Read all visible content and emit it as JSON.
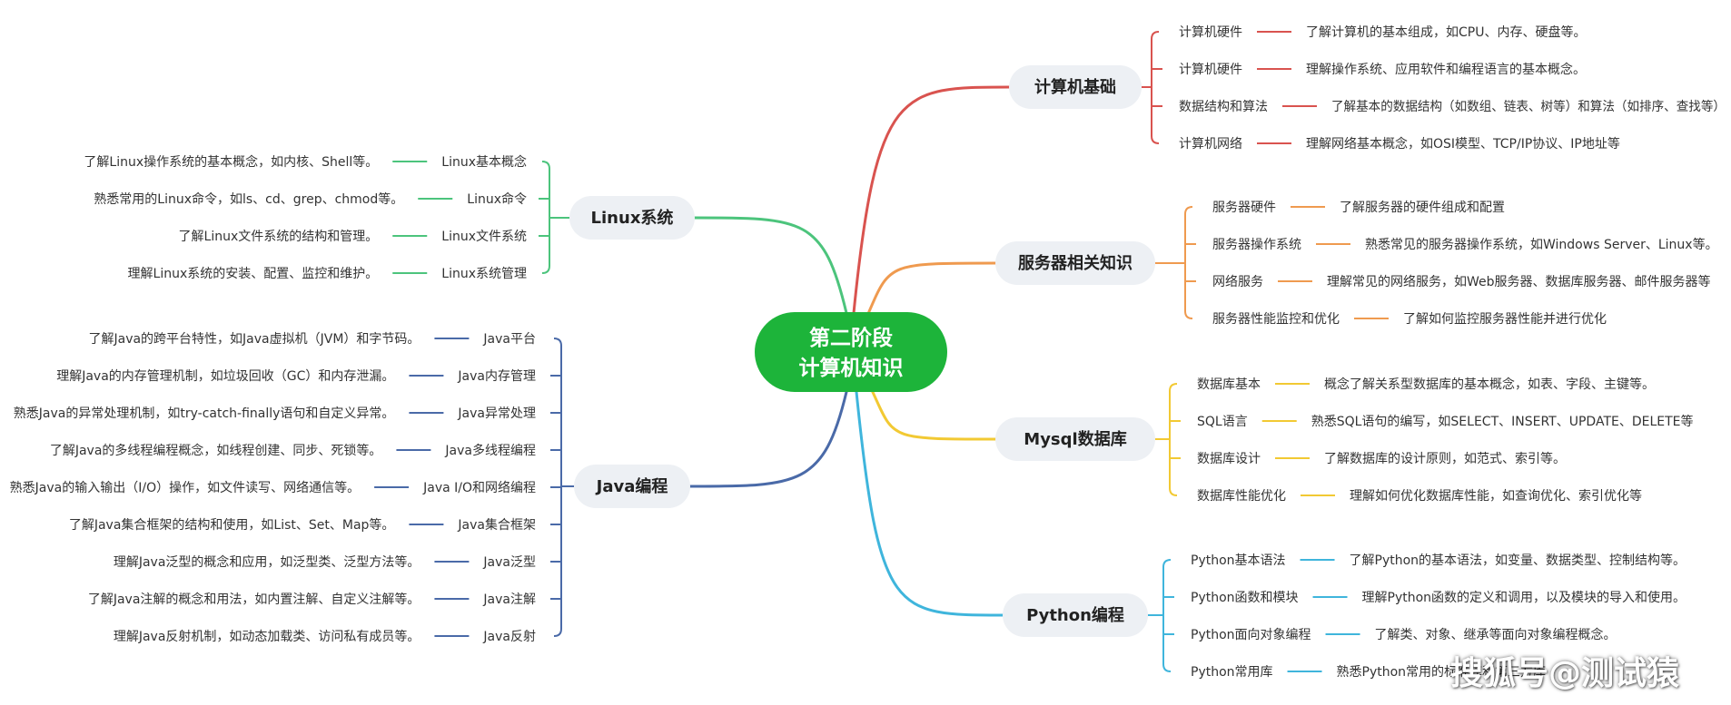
{
  "root": {
    "line1": "第二阶段",
    "line2": "计算机知识",
    "color": "#1db43a"
  },
  "branches": [
    {
      "id": "cs-basics",
      "title": "计算机基础",
      "color": "#d9534f",
      "items": [
        {
          "label": "计算机硬件",
          "detail": "了解计算机的基本组成，如CPU、内存、硬盘等。"
        },
        {
          "label": "计算机硬件",
          "detail": "理解操作系统、应用软件和编程语言的基本概念。"
        },
        {
          "label": "数据结构和算法",
          "detail": "了解基本的数据结构（如数组、链表、树等）和算法（如排序、查找等）"
        },
        {
          "label": "计算机网络",
          "detail": "理解网络基本概念，如OSI模型、TCP/IP协议、IP地址等"
        }
      ]
    },
    {
      "id": "server",
      "title": "服务器相关知识",
      "color": "#ef9a4f",
      "items": [
        {
          "label": "服务器硬件",
          "detail": "了解服务器的硬件组成和配置"
        },
        {
          "label": "服务器操作系统",
          "detail": "熟悉常见的服务器操作系统，如Windows Server、Linux等。"
        },
        {
          "label": "网络服务",
          "detail": "理解常见的网络服务，如Web服务器、数据库服务器、邮件服务器等"
        },
        {
          "label": "服务器性能监控和优化",
          "detail": "了解如何监控服务器性能并进行优化"
        }
      ]
    },
    {
      "id": "mysql",
      "title": "Mysql数据库",
      "color": "#f2c933",
      "items": [
        {
          "label": "数据库基本",
          "detail": "概念了解关系型数据库的基本概念，如表、字段、主键等。"
        },
        {
          "label": "SQL语言",
          "detail": "熟悉SQL语句的编写，如SELECT、INSERT、UPDATE、DELETE等"
        },
        {
          "label": "数据库设计",
          "detail": "了解数据库的设计原则，如范式、索引等。"
        },
        {
          "label": "数据库性能优化",
          "detail": "理解如何优化数据库性能，如查询优化、索引优化等"
        }
      ]
    },
    {
      "id": "python",
      "title": "Python编程",
      "color": "#3fb5dc",
      "items": [
        {
          "label": "Python基本语法",
          "detail": "了解Python的基本语法，如变量、数据类型、控制结构等。"
        },
        {
          "label": "Python函数和模块",
          "detail": "理解Python函数的定义和调用，以及模块的导入和使用。"
        },
        {
          "label": "Python面向对象编程",
          "detail": "了解类、对象、继承等面向对象编程概念。"
        },
        {
          "label": "Python常用库",
          "detail": "熟悉Python常用的标准库和第三方库"
        }
      ]
    },
    {
      "id": "linux",
      "title": "Linux系统",
      "color": "#4cc47c",
      "items": [
        {
          "label": "Linux基本概念",
          "detail": "了解Linux操作系统的基本概念，如内核、Shell等。"
        },
        {
          "label": "Linux命令",
          "detail": "熟悉常用的Linux命令，如ls、cd、grep、chmod等。"
        },
        {
          "label": "Linux文件系统",
          "detail": "了解Linux文件系统的结构和管理。"
        },
        {
          "label": "Linux系统管理",
          "detail": "理解Linux系统的安装、配置、监控和维护。"
        }
      ]
    },
    {
      "id": "java",
      "title": "Java编程",
      "color": "#4a6aa8",
      "items": [
        {
          "label": "Java平台",
          "detail": "了解Java的跨平台特性，如Java虚拟机（JVM）和字节码。"
        },
        {
          "label": "Java内存管理",
          "detail": "理解Java的内存管理机制，如垃圾回收（GC）和内存泄漏。"
        },
        {
          "label": "Java异常处理",
          "detail": "熟悉Java的异常处理机制，如try-catch-finally语句和自定义异常。"
        },
        {
          "label": "Java多线程编程",
          "detail": "了解Java的多线程编程概念，如线程创建、同步、死锁等。"
        },
        {
          "label": "Java I/O和网络编程",
          "detail": "熟悉Java的输入输出（I/O）操作，如文件读写、网络通信等。"
        },
        {
          "label": "Java集合框架",
          "detail": "了解Java集合框架的结构和使用，如List、Set、Map等。"
        },
        {
          "label": "Java泛型",
          "detail": "理解Java泛型的概念和应用，如泛型类、泛型方法等。"
        },
        {
          "label": "Java注解",
          "detail": "了解Java注解的概念和用法，如内置注解、自定义注解等。"
        },
        {
          "label": "Java反射",
          "detail": "理解Java反射机制，如动态加载类、访问私有成员等。"
        }
      ]
    }
  ],
  "watermark": "搜狐号@测试猿"
}
